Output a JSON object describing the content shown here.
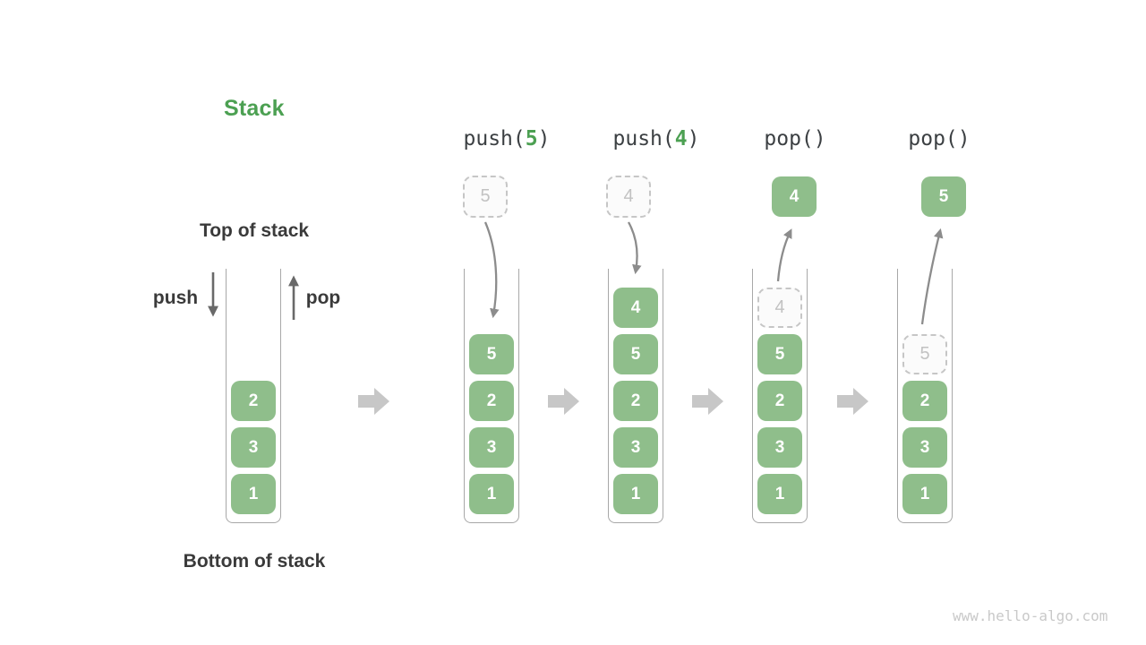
{
  "title": "Stack",
  "labels": {
    "top_of_stack": "Top of stack",
    "bottom_of_stack": "Bottom of stack",
    "push": "push",
    "pop": "pop"
  },
  "operations": [
    {
      "prefix": "push(",
      "arg": "5",
      "suffix": ")"
    },
    {
      "prefix": "push(",
      "arg": "4",
      "suffix": ")"
    },
    {
      "prefix": "pop()",
      "arg": "",
      "suffix": ""
    },
    {
      "prefix": "pop()",
      "arg": "",
      "suffix": ""
    }
  ],
  "floating_boxes": {
    "push_5_ghost": "5",
    "push_4_ghost": "4",
    "pop_4_value": "4",
    "pop_5_value": "5"
  },
  "stacks": [
    {
      "name": "initial",
      "cells": [
        "2",
        "3",
        "1"
      ]
    },
    {
      "name": "after-push-5",
      "cells": [
        "5",
        "2",
        "3",
        "1"
      ]
    },
    {
      "name": "after-push-4",
      "cells": [
        "4",
        "5",
        "2",
        "3",
        "1"
      ]
    },
    {
      "name": "during-pop-4",
      "ghost": "4",
      "cells": [
        "5",
        "2",
        "3",
        "1"
      ]
    },
    {
      "name": "during-pop-5",
      "ghost": "5",
      "cells": [
        "2",
        "3",
        "1"
      ]
    }
  ],
  "watermark": "www.hello-algo.com",
  "colors": {
    "cell_green": "#8FBE8B",
    "accent_green": "#4CA052",
    "text_dark": "#3A3A3A",
    "code_text": "#3C4043",
    "curve_arrow_gray": "#8C8C8C",
    "push_pop_arrow_gray": "#696969",
    "block_arrow_gray": "#C7C7C7",
    "ghost_border": "#C6C6C6",
    "ghost_text": "#C2C2C2",
    "well_border": "#A8A8A8",
    "watermark_gray": "#C9C9C9"
  }
}
